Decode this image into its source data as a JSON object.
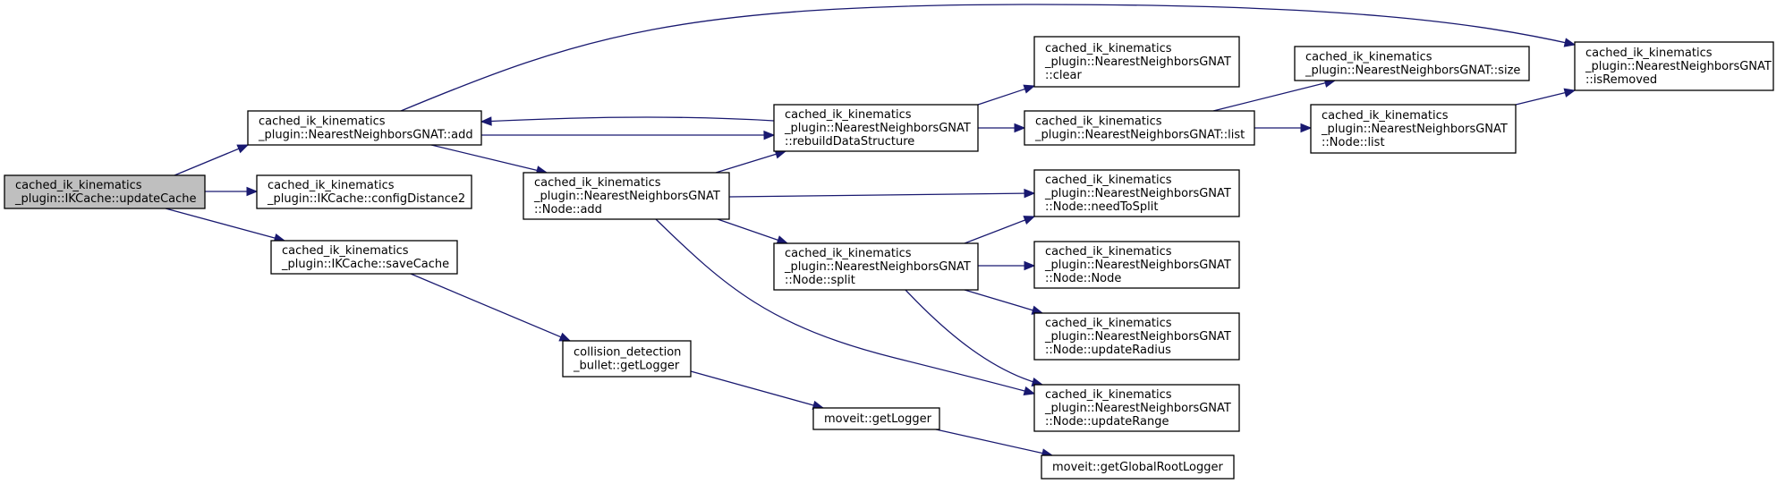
{
  "diagram": {
    "type": "call-graph",
    "colors": {
      "edge": "#191970",
      "root_fill": "#bfbfbf",
      "node_fill": "#ffffff",
      "border": "#000000"
    },
    "nodes": [
      {
        "id": "updateCache",
        "lines": [
          "cached_ik_kinematics",
          "_plugin::IKCache::updateCache"
        ]
      },
      {
        "id": "gnatAdd",
        "lines": [
          "cached_ik_kinematics",
          "_plugin::NearestNeighborsGNAT::add"
        ]
      },
      {
        "id": "configDistance2",
        "lines": [
          "cached_ik_kinematics",
          "_plugin::IKCache::configDistance2"
        ]
      },
      {
        "id": "saveCache",
        "lines": [
          "cached_ik_kinematics",
          "_plugin::IKCache::saveCache"
        ]
      },
      {
        "id": "nodeAdd",
        "lines": [
          "cached_ik_kinematics",
          "_plugin::NearestNeighborsGNAT",
          "::Node::add"
        ]
      },
      {
        "id": "rebuild",
        "lines": [
          "cached_ik_kinematics",
          "_plugin::NearestNeighborsGNAT",
          "::rebuildDataStructure"
        ]
      },
      {
        "id": "split",
        "lines": [
          "cached_ik_kinematics",
          "_plugin::NearestNeighborsGNAT",
          "::Node::split"
        ]
      },
      {
        "id": "collLogger",
        "lines": [
          "collision_detection",
          "_bullet::getLogger"
        ]
      },
      {
        "id": "moveitLogger",
        "lines": [
          "moveit::getLogger"
        ]
      },
      {
        "id": "rootLogger",
        "lines": [
          "moveit::getGlobalRootLogger"
        ]
      },
      {
        "id": "clear",
        "lines": [
          "cached_ik_kinematics",
          "_plugin::NearestNeighborsGNAT",
          "::clear"
        ]
      },
      {
        "id": "list",
        "lines": [
          "cached_ik_kinematics",
          "_plugin::NearestNeighborsGNAT::list"
        ]
      },
      {
        "id": "needToSplit",
        "lines": [
          "cached_ik_kinematics",
          "_plugin::NearestNeighborsGNAT",
          "::Node::needToSplit"
        ]
      },
      {
        "id": "nodeNode",
        "lines": [
          "cached_ik_kinematics",
          "_plugin::NearestNeighborsGNAT",
          "::Node::Node"
        ]
      },
      {
        "id": "updateRadius",
        "lines": [
          "cached_ik_kinematics",
          "_plugin::NearestNeighborsGNAT",
          "::Node::updateRadius"
        ]
      },
      {
        "id": "updateRange",
        "lines": [
          "cached_ik_kinematics",
          "_plugin::NearestNeighborsGNAT",
          "::Node::updateRange"
        ]
      },
      {
        "id": "size",
        "lines": [
          "cached_ik_kinematics",
          "_plugin::NearestNeighborsGNAT::size"
        ]
      },
      {
        "id": "nodeList",
        "lines": [
          "cached_ik_kinematics",
          "_plugin::NearestNeighborsGNAT",
          "::Node::list"
        ]
      },
      {
        "id": "isRemoved",
        "lines": [
          "cached_ik_kinematics",
          "_plugin::NearestNeighborsGNAT",
          "::isRemoved"
        ]
      }
    ],
    "edges": [
      {
        "from": "updateCache",
        "to": "gnatAdd"
      },
      {
        "from": "updateCache",
        "to": "configDistance2"
      },
      {
        "from": "updateCache",
        "to": "saveCache"
      },
      {
        "from": "gnatAdd",
        "to": "nodeAdd"
      },
      {
        "from": "gnatAdd",
        "to": "rebuild"
      },
      {
        "from": "gnatAdd",
        "to": "isRemoved"
      },
      {
        "from": "rebuild",
        "to": "gnatAdd"
      },
      {
        "from": "rebuild",
        "to": "clear"
      },
      {
        "from": "rebuild",
        "to": "list"
      },
      {
        "from": "nodeAdd",
        "to": "rebuild"
      },
      {
        "from": "nodeAdd",
        "to": "needToSplit"
      },
      {
        "from": "nodeAdd",
        "to": "split"
      },
      {
        "from": "nodeAdd",
        "to": "updateRange"
      },
      {
        "from": "split",
        "to": "needToSplit"
      },
      {
        "from": "split",
        "to": "nodeNode"
      },
      {
        "from": "split",
        "to": "updateRadius"
      },
      {
        "from": "split",
        "to": "updateRange"
      },
      {
        "from": "list",
        "to": "size"
      },
      {
        "from": "list",
        "to": "nodeList"
      },
      {
        "from": "nodeList",
        "to": "isRemoved"
      },
      {
        "from": "saveCache",
        "to": "collLogger"
      },
      {
        "from": "collLogger",
        "to": "moveitLogger"
      },
      {
        "from": "moveitLogger",
        "to": "rootLogger"
      }
    ]
  }
}
